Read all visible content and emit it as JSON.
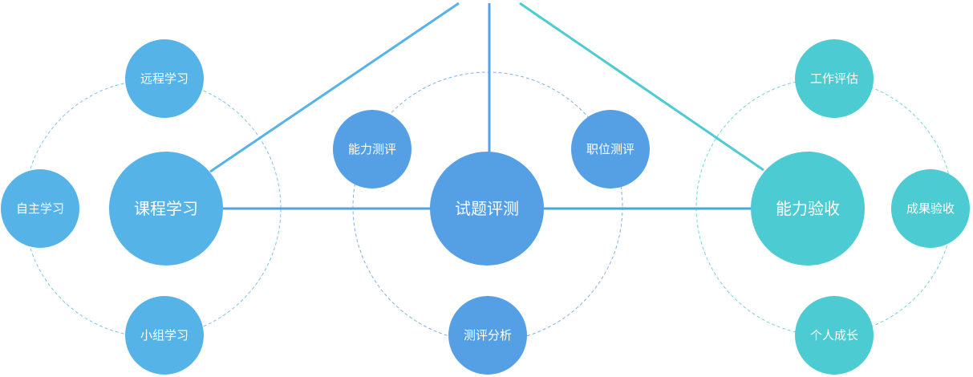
{
  "diagram": {
    "hubs": [
      {
        "label": "课程学习",
        "color": "#56b3e8"
      },
      {
        "label": "试题评测",
        "color": "#55a0e5"
      },
      {
        "label": "能力验收",
        "color": "#4ccbd2"
      }
    ],
    "satellites": {
      "course": [
        {
          "label": "远程学习",
          "color": "#56b3e8"
        },
        {
          "label": "自主学习",
          "color": "#56b3e8"
        },
        {
          "label": "小组学习",
          "color": "#56b3e8"
        }
      ],
      "test": [
        {
          "label": "能力测评",
          "color": "#55a0e5"
        },
        {
          "label": "职位测评",
          "color": "#55a0e5"
        },
        {
          "label": "测评分析",
          "color": "#55a0e5"
        }
      ],
      "acceptance": [
        {
          "label": "工作评估",
          "color": "#4ccbd2"
        },
        {
          "label": "成果验收",
          "color": "#4ccbd2"
        },
        {
          "label": "个人成长",
          "color": "#4ccbd2"
        }
      ]
    }
  }
}
